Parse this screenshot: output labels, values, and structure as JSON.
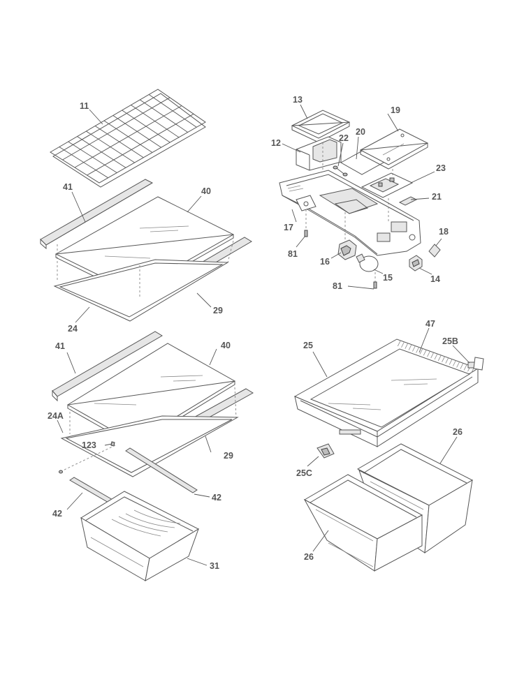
{
  "callouts": {
    "c11": "11",
    "c41a": "41",
    "c40a": "40",
    "c24": "24",
    "c29a": "29",
    "c41b": "41",
    "c40b": "40",
    "c24a": "24A",
    "c123": "123",
    "c29b": "29",
    "c42a": "42",
    "c42b": "42",
    "c31": "31",
    "c13": "13",
    "c12": "12",
    "c22": "22",
    "c20": "20",
    "c19": "19",
    "c23": "23",
    "c21": "21",
    "c17": "17",
    "c81a": "81",
    "c16": "16",
    "c15": "15",
    "c18": "18",
    "c14": "14",
    "c81b": "81",
    "c47": "47",
    "c25": "25",
    "c25b": "25B",
    "c26a": "26",
    "c25c": "25C",
    "c26b": "26"
  }
}
